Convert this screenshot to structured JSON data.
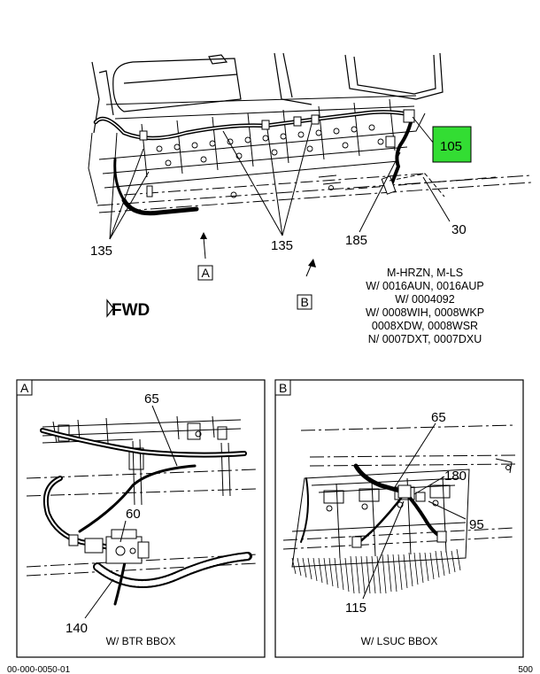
{
  "main": {
    "callouts": [
      "135",
      "135",
      "105",
      "185",
      "30"
    ],
    "view_markers": [
      "A",
      "B"
    ],
    "forward_label": "FWD",
    "notes": [
      "M-HRZN, M-LS",
      "W/ 0016AUN, 0016AUP",
      "W/ 0004092",
      "W/ 0008WIH, 0008WKP",
      "0008XDW, 0008WSR",
      "N/ 0007DXT, 0007DXU"
    ]
  },
  "detail_a": {
    "frame_letter": "A",
    "callouts": [
      "65",
      "60",
      "140"
    ],
    "caption": "W/ BTR BBOX"
  },
  "detail_b": {
    "frame_letter": "B",
    "callouts": [
      "65",
      "180",
      "95",
      "115"
    ],
    "caption": "W/ LSUC BBOX"
  },
  "footer": {
    "left_code": "00-000-0050-01",
    "right_code": "500"
  },
  "colors": {
    "highlight": "#33dd33",
    "ink": "#000000"
  }
}
